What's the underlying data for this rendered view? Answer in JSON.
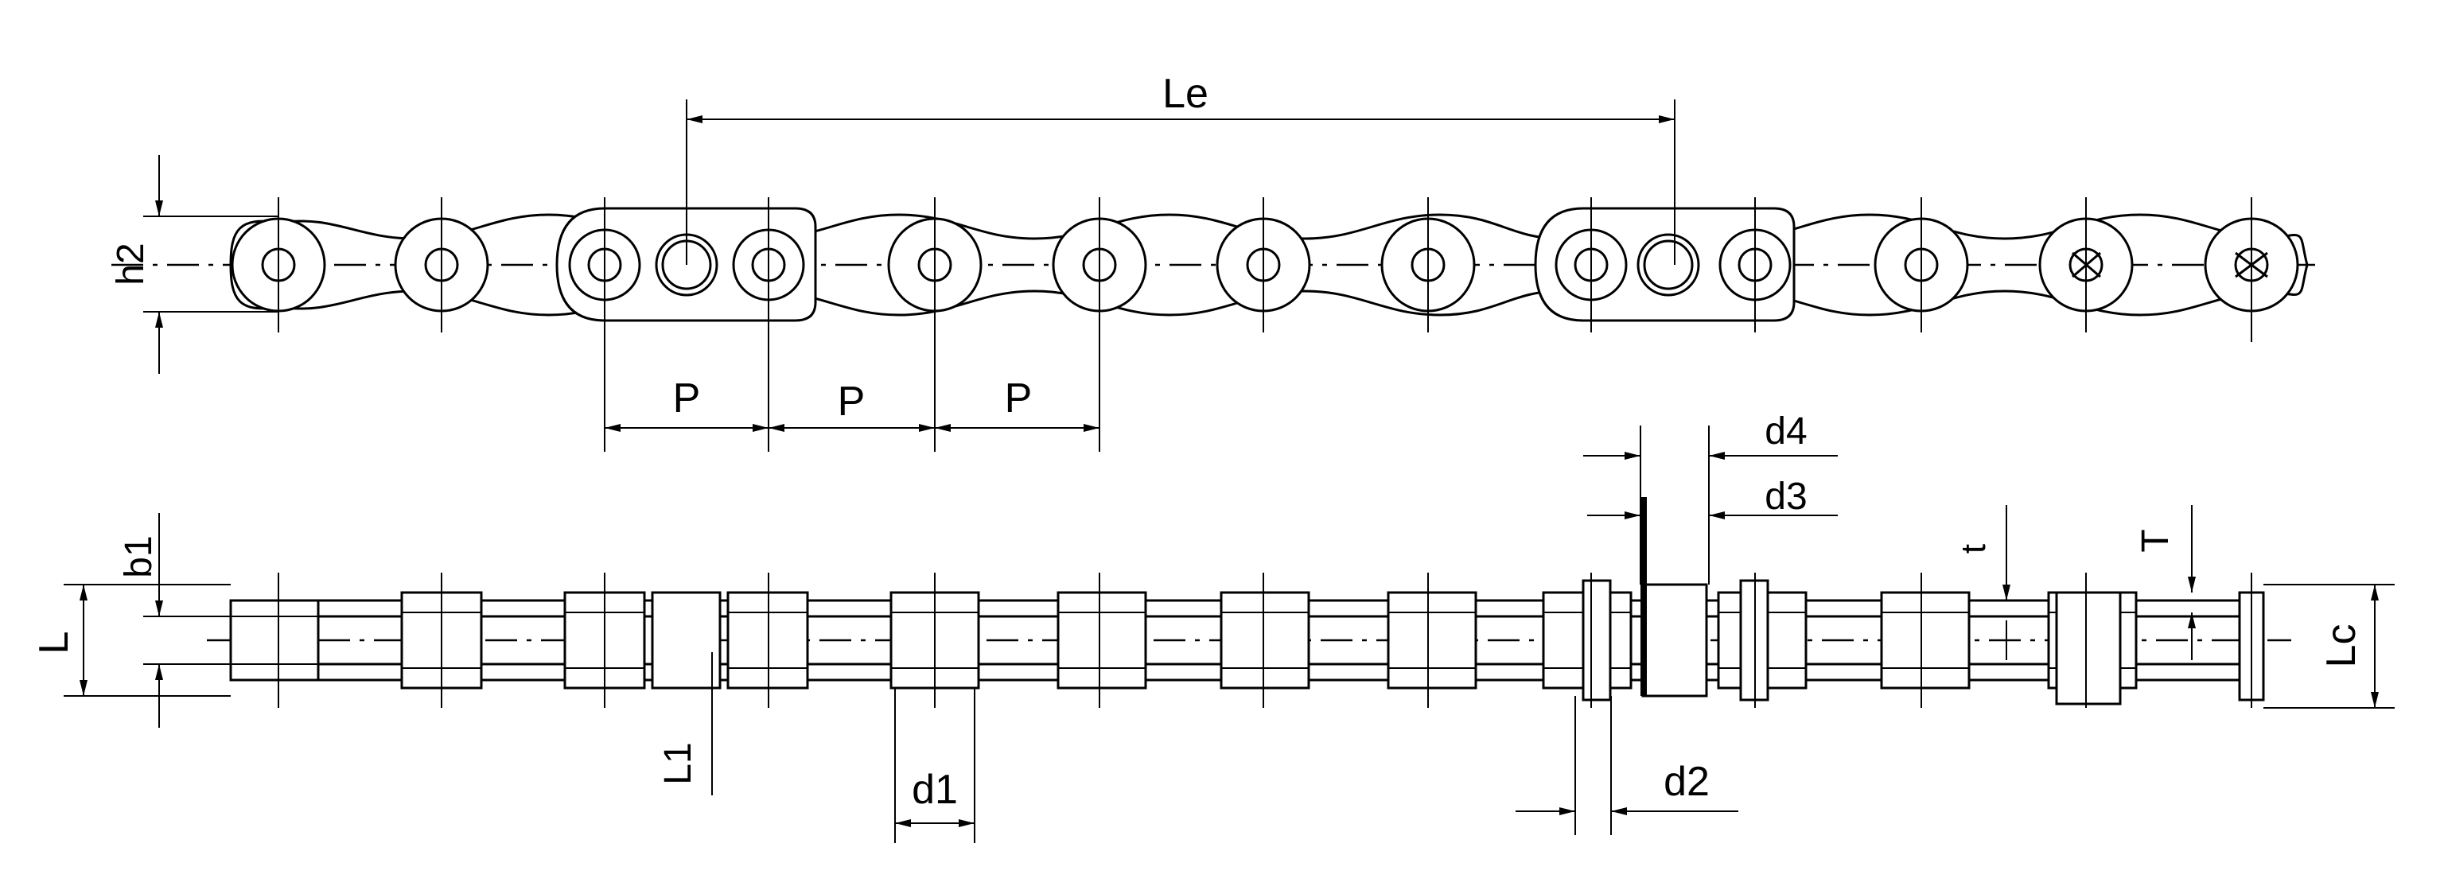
{
  "colors": {
    "line": "#000000",
    "background": "#ffffff"
  },
  "labels": {
    "le": "Le",
    "h2": "h2",
    "p1": "P",
    "p2": "P",
    "p3": "P",
    "d4": "d4",
    "d3": "d3",
    "b1": "b1",
    "l": "L",
    "l1": "L1",
    "d1": "d1",
    "d2": "d2",
    "t_small": "t",
    "t_big": "T",
    "lc": "Lc"
  }
}
